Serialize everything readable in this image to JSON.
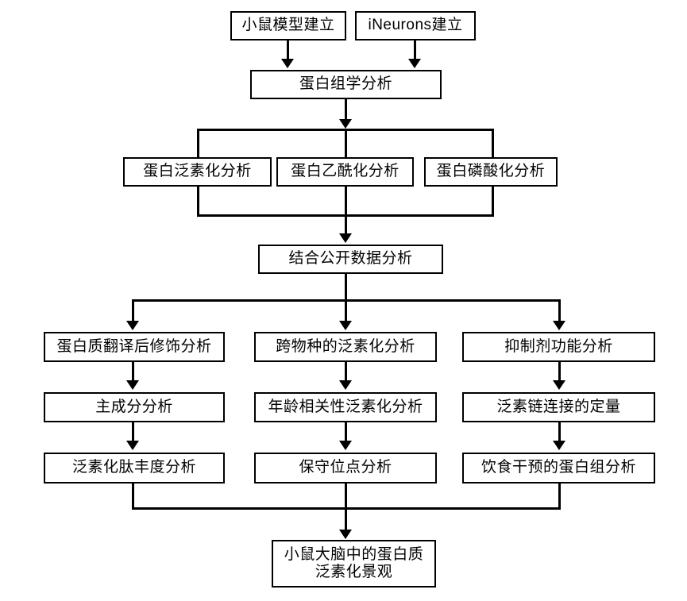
{
  "diagram": {
    "title": "Proteomics ubiquitination workflow flowchart",
    "background_color": "#ffffff",
    "line_color": "#000000",
    "box_border_color": "#000000",
    "box_fill_color": "#ffffff",
    "nodes": {
      "mouse_model": "小鼠模型建立",
      "ineurons": "iNeurons建立",
      "proteomics": "蛋白组学分析",
      "ubiquitination": "蛋白泛素化分析",
      "acetylation": "蛋白乙酰化分析",
      "phosphorylation": "蛋白磷酸化分析",
      "public_data": "结合公开数据分析",
      "ptm_analysis": "蛋白质翻译后修饰分析",
      "cross_species": "跨物种的泛素化分析",
      "inhibitor": "抑制剂功能分析",
      "pca": "主成分分析",
      "age_related": "年龄相关性泛素化分析",
      "chain_linkage": "泛素链连接的定量",
      "peptide_abundance": "泛素化肽丰度分析",
      "conserved_site": "保守位点分析",
      "diet_proteome": "饮食干预的蛋白组分析",
      "final_line1": "小鼠大脑中的蛋白质",
      "final_line2": "泛素化景观"
    }
  }
}
